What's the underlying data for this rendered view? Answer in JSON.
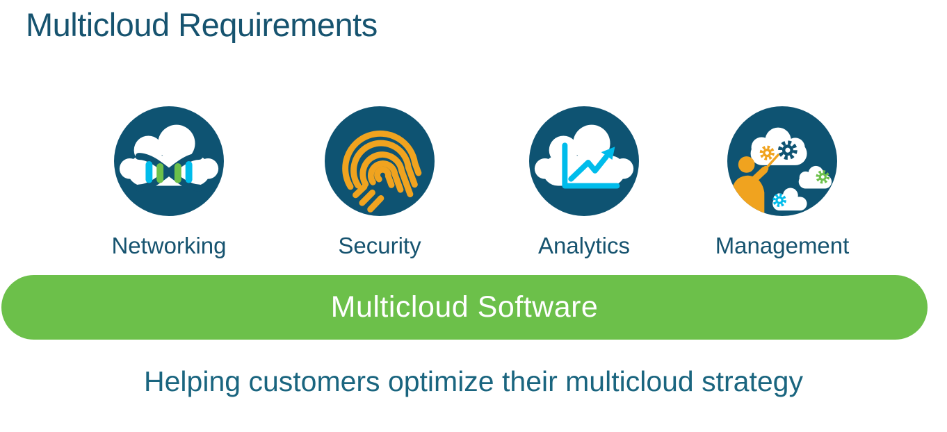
{
  "slide": {
    "title": "Multicloud Requirements",
    "tagline": "Helping customers optimize their multicloud strategy"
  },
  "requirements": [
    {
      "label": "Networking",
      "icon": "networking-cloud-dna-icon"
    },
    {
      "label": "Security",
      "icon": "security-fingerprint-icon"
    },
    {
      "label": "Analytics",
      "icon": "analytics-cloud-chart-icon"
    },
    {
      "label": "Management",
      "icon": "management-clouds-gears-icon"
    }
  ],
  "software_bar": {
    "label": "Multicloud Software"
  },
  "colors": {
    "circle_navy": "#0E5372",
    "heading_text": "#16536F",
    "tagline_text": "#1A657F",
    "bar_green": "#6CC04A",
    "amber": "#F0A31F",
    "cyan": "#00BCEB",
    "bar_text": "#FFFFFF"
  }
}
